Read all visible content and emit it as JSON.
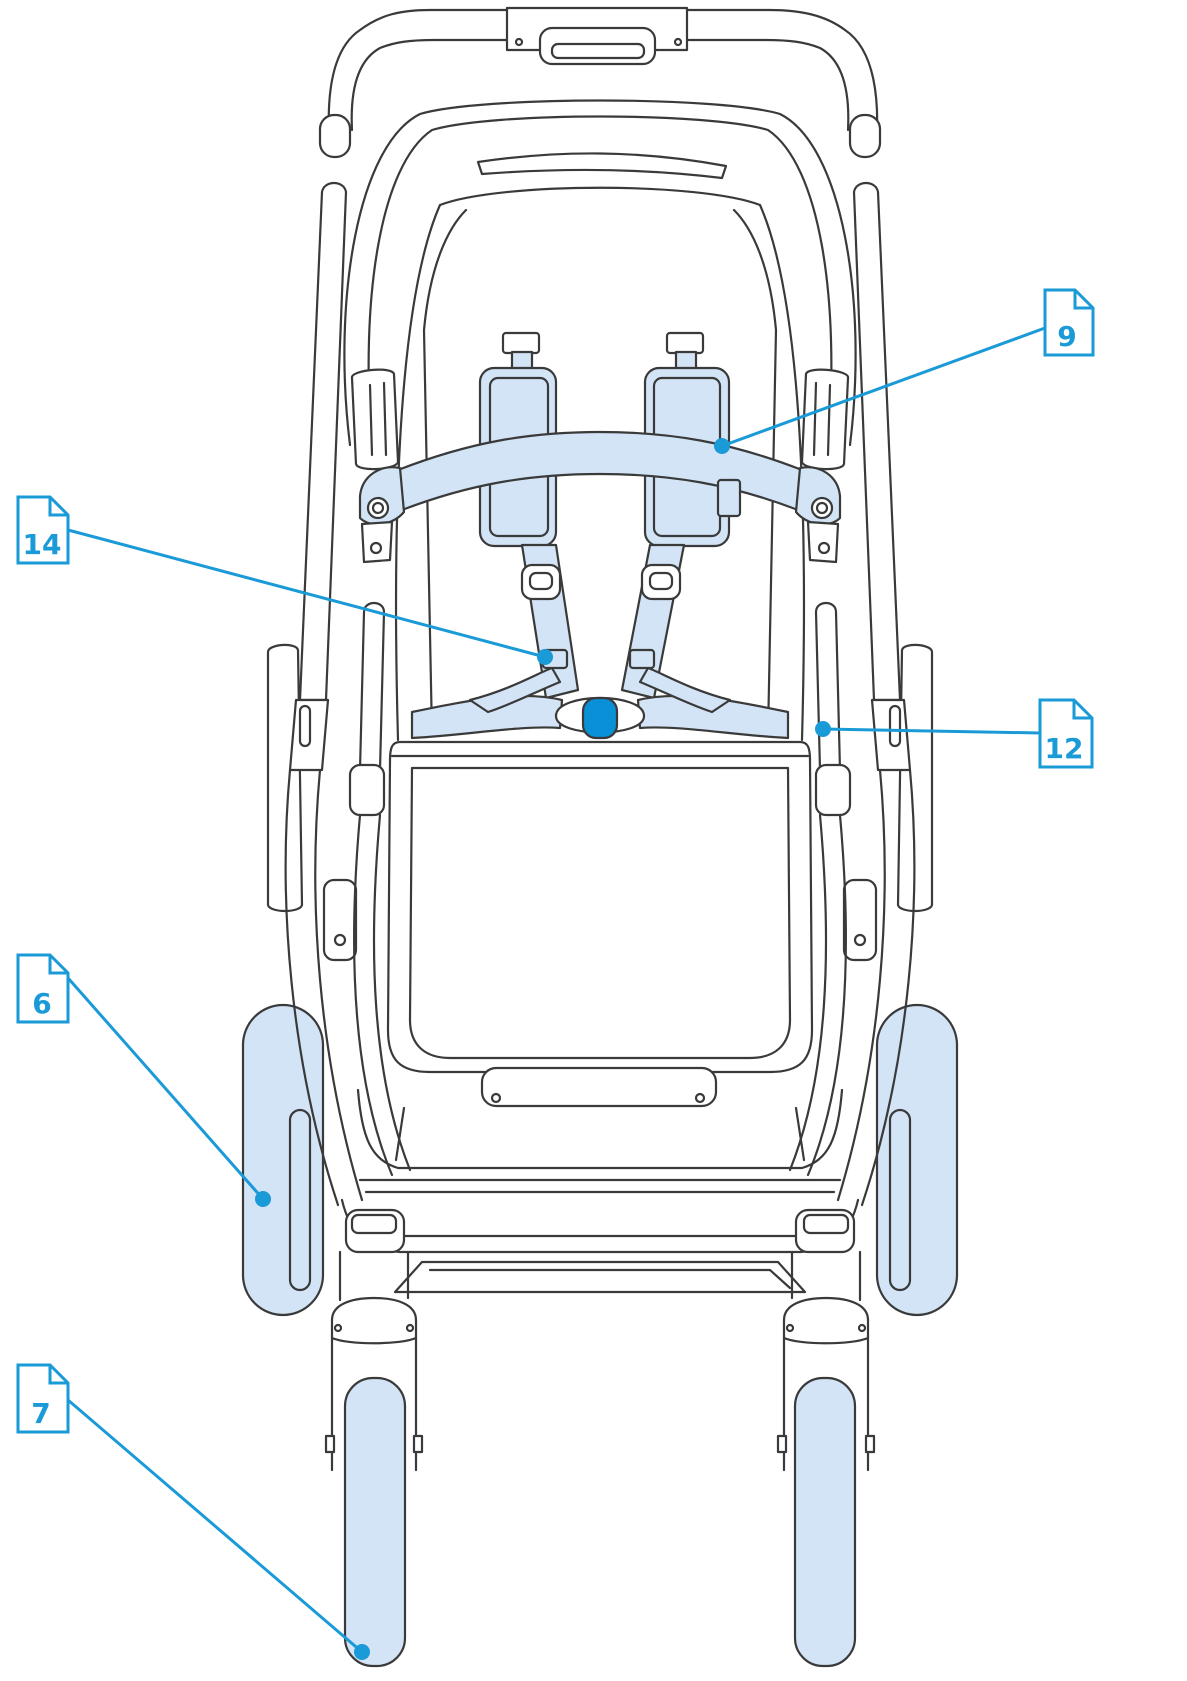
{
  "callouts": [
    {
      "label": "9"
    },
    {
      "label": "14"
    },
    {
      "label": "12"
    },
    {
      "label": "6"
    },
    {
      "label": "7"
    }
  ],
  "colors": {
    "line": "#3a3a3a",
    "highlight": "#d2e4f5",
    "accent": "#1a9ad7",
    "buckle": "#0a90d6"
  }
}
